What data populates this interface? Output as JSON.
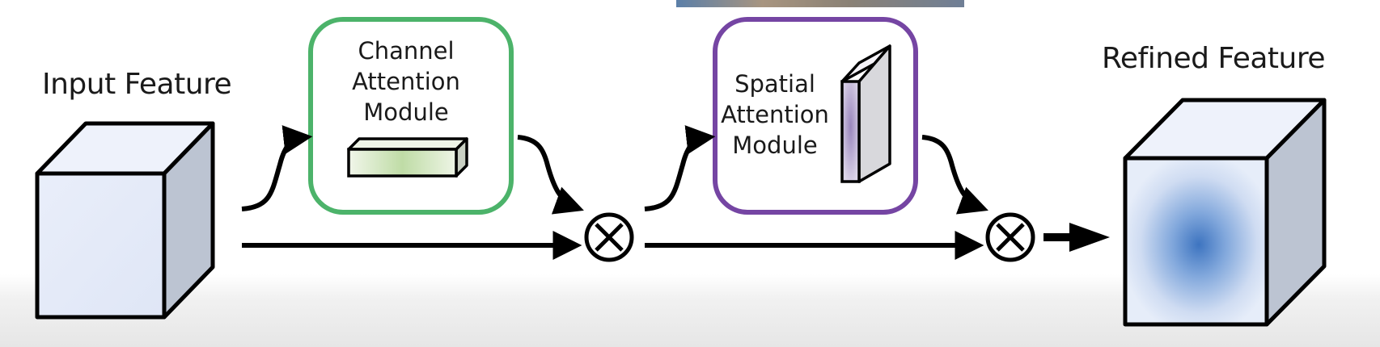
{
  "input_feature": {
    "title": "Input Feature"
  },
  "channel_module": {
    "label": "Channel\nAttention\nModule",
    "border_color": "#4cb36a"
  },
  "spatial_module": {
    "label": "Spatial\nAttention\nModule",
    "border_color": "#7545a3"
  },
  "refined_feature": {
    "title": "Refined Feature"
  },
  "operators": {
    "symbol": "⊗",
    "name": "element-wise multiplication"
  }
}
